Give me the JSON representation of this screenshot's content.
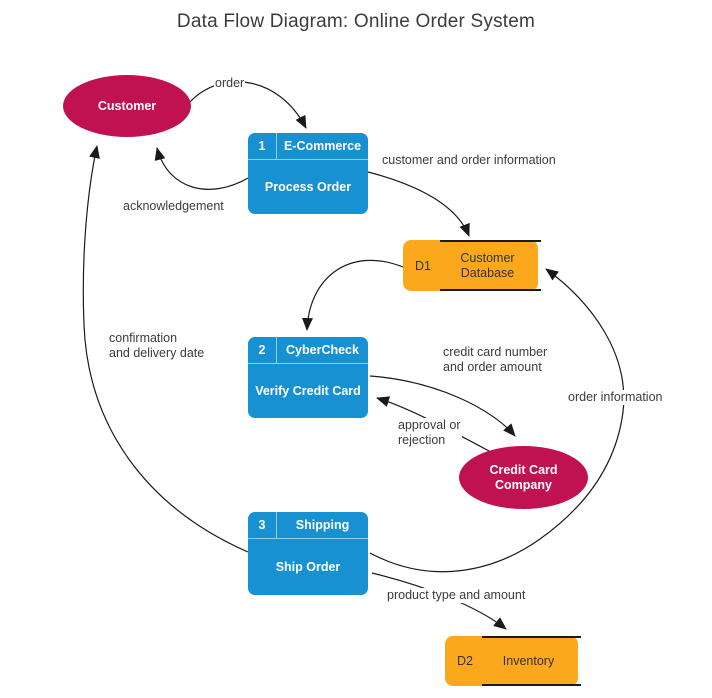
{
  "title": "Data Flow Diagram: Online Order System",
  "colors": {
    "process": "#1791D1",
    "data_store": "#FCA81C",
    "external_entity": "#C01150",
    "arrow": "#1A1A1A",
    "label_text": "#3C3C3C",
    "node_text": "#FFFFFF",
    "store_text": "#333333"
  },
  "nodes": {
    "customer": {
      "type": "external-entity",
      "label": "Customer"
    },
    "process1": {
      "type": "process",
      "number": "1",
      "name": "E-Commerce",
      "label": "Process Order"
    },
    "store1": {
      "type": "data-store",
      "id": "D1",
      "label": "Customer\nDatabase"
    },
    "process2": {
      "type": "process",
      "number": "2",
      "name": "CyberCheck",
      "label": "Verify Credit Card"
    },
    "creditCardCompany": {
      "type": "external-entity",
      "label": "Credit Card\nCompany"
    },
    "process3": {
      "type": "process",
      "number": "3",
      "name": "Shipping",
      "label": "Ship Order"
    },
    "store2": {
      "type": "data-store",
      "id": "D2",
      "label": "Inventory"
    }
  },
  "edges": {
    "order": {
      "label": "order",
      "from": "customer",
      "to": "process1"
    },
    "acknowledgement": {
      "label": "acknowledgement",
      "from": "process1",
      "to": "customer"
    },
    "customer_order_info": {
      "label": "customer and order information",
      "from": "process1",
      "to": "store1"
    },
    "store_to_verify": {
      "label": "",
      "from": "store1",
      "to": "process2"
    },
    "ccn": {
      "label": "credit card number\nand order amount",
      "from": "process2",
      "to": "creditCardCompany"
    },
    "approval": {
      "label": "approval or\nrejection",
      "from": "creditCardCompany",
      "to": "process2"
    },
    "confirmation": {
      "label": "confirmation\nand delivery date",
      "from": "process3",
      "to": "customer"
    },
    "order_information": {
      "label": "order information",
      "from": "process3",
      "to": "store1"
    },
    "product_type": {
      "label": "product type and amount",
      "from": "process3",
      "to": "store2"
    }
  }
}
